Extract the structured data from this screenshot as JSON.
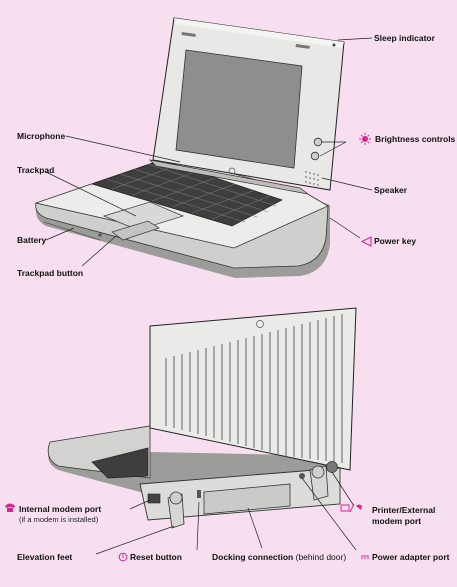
{
  "labels": {
    "sleep_indicator": "Sleep indicator",
    "microphone": "Microphone",
    "brightness_controls": "Brightness controls",
    "trackpad": "Trackpad",
    "speaker": "Speaker",
    "battery": "Battery",
    "power_key": "Power key",
    "trackpad_button": "Trackpad button",
    "internal_modem_port": "Internal modem port",
    "internal_modem_note": "(if a modem is installed)",
    "printer_external_modem_port_line1": "Printer/External",
    "printer_external_modem_port_line2": "modem port",
    "elevation_feet": "Elevation feet",
    "reset_button": "Reset button",
    "docking_connection": "Docking connection",
    "docking_note": "(behind door)",
    "power_adapter_port": "Power adapter port"
  },
  "icons": {
    "brightness": "sun-icon",
    "power_key": "power-triangle-icon",
    "modem": "phone-icon",
    "reset": "reset-icon",
    "printer_modem": "printer-phone-icon",
    "power_adapter": "power-adapter-icon"
  },
  "colors": {
    "background": "#f7dff0",
    "icon_accent": "#d7288a",
    "laptop_body": "#e8e8e6",
    "screen": "#8e8e8c"
  }
}
